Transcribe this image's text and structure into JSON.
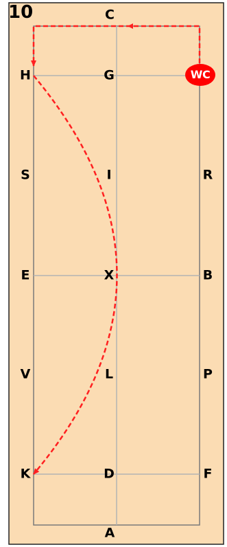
{
  "figure_number": "10",
  "colors": {
    "background": "#fbdcb3",
    "frame": "#222222",
    "arena_border": "#7a7a7a",
    "center_line": "#b3b3b3",
    "path": "#ff2020",
    "wc_marker": "#ff0000",
    "wc_text": "#ffffff"
  },
  "letters": {
    "c": "C",
    "h": "H",
    "g": "G",
    "s": "S",
    "i": "I",
    "r": "R",
    "e": "E",
    "x": "X",
    "b": "B",
    "v": "V",
    "l": "L",
    "p": "P",
    "k": "K",
    "d": "D",
    "f": "F",
    "a": "A"
  },
  "wc_marker": {
    "label": "WC"
  },
  "path": {
    "style": "dashed",
    "sequence": [
      "WC",
      "C",
      "H",
      "X",
      "K"
    ]
  }
}
